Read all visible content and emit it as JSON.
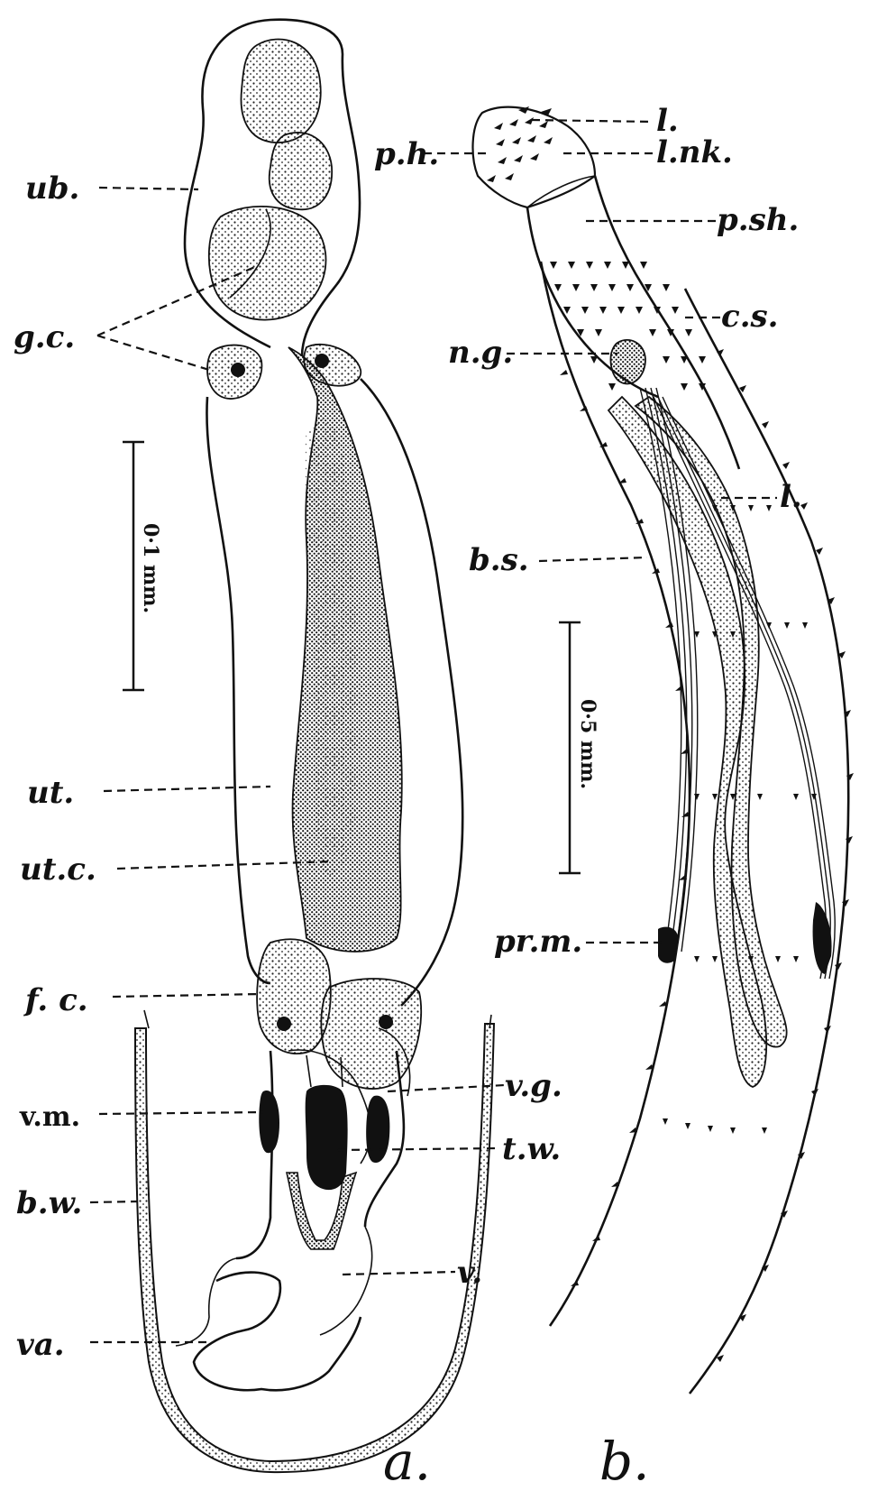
{
  "figure_a": {
    "panel_label": "a.",
    "scale_bar": "0·1 mm.",
    "labels": {
      "ub": "ub.",
      "gc": "g.c.",
      "ut": "ut.",
      "utc": "ut.c.",
      "fc": "f. c.",
      "vm": "v.m.",
      "bw": "b.w.",
      "va": "va.",
      "vg": "v.g.",
      "tw": "t.w.",
      "v": "v."
    }
  },
  "figure_b": {
    "panel_label": "b.",
    "scale_bar": "0·5 mm.",
    "labels": {
      "ph": "p.h.",
      "l": "l.",
      "nk": "l.nk.",
      "psh": "p.sh.",
      "cs": "c.s.",
      "ng": "n.g.",
      "bs": "b.s.",
      "lb": "l.",
      "prm": "pr.m."
    }
  }
}
